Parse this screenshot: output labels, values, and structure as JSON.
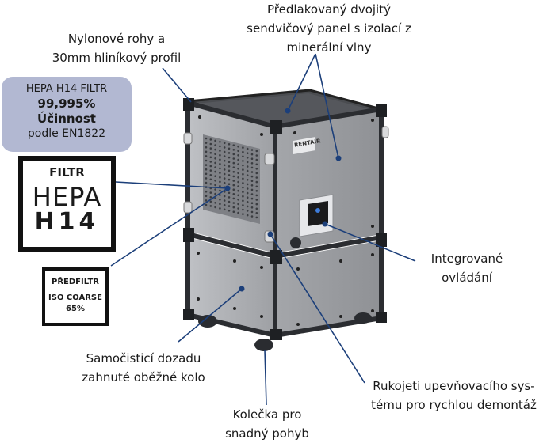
{
  "callouts": {
    "frame": [
      "Nylonové rohy a",
      "30mm hliníkový profil"
    ],
    "panel": [
      "Předlakovaný dvojitý",
      "sendvičový panel s izolací z",
      "minerální vlny"
    ],
    "control": [
      "Integrované",
      "ovládání"
    ],
    "fan": [
      "Samočisticí dozadu",
      "zahnuté oběžné kolo"
    ],
    "handles": [
      "Rukojeti upevňovacího sys-",
      "tému pro rychlou demontáž"
    ],
    "wheels": [
      "Kolečka pro",
      "snadný pohyb"
    ]
  },
  "hepa_card": {
    "line1": "HEPA H14 FILTR",
    "line2": "99,995%",
    "line3": "Účinnost",
    "line4": "podle EN1822"
  },
  "filter_box": {
    "title": "FILTR",
    "line1": "HEPA",
    "line2": "H14"
  },
  "prefilter_box": {
    "title": "PŘEDFILTR",
    "line1": "ISO COARSE",
    "line2": "65%"
  },
  "device": {
    "brand_label": "RENTAIR",
    "panel_color": "#a9abaf",
    "frame_color": "#2b2d31",
    "accent_blue": "#1c3f7a"
  }
}
